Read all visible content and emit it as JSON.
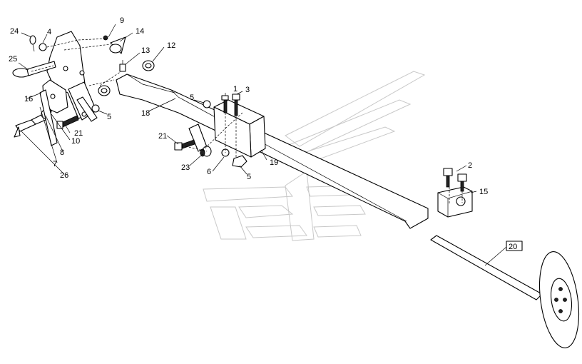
{
  "callouts": [
    "24",
    "4",
    "9",
    "14",
    "13",
    "12",
    "25",
    "16",
    "1",
    "3",
    "5",
    "18",
    "5",
    "21",
    "21",
    "23",
    "6",
    "5",
    "19",
    "10",
    "8",
    "7",
    "26",
    "2",
    "15",
    "20"
  ],
  "boxed_callout": "20"
}
